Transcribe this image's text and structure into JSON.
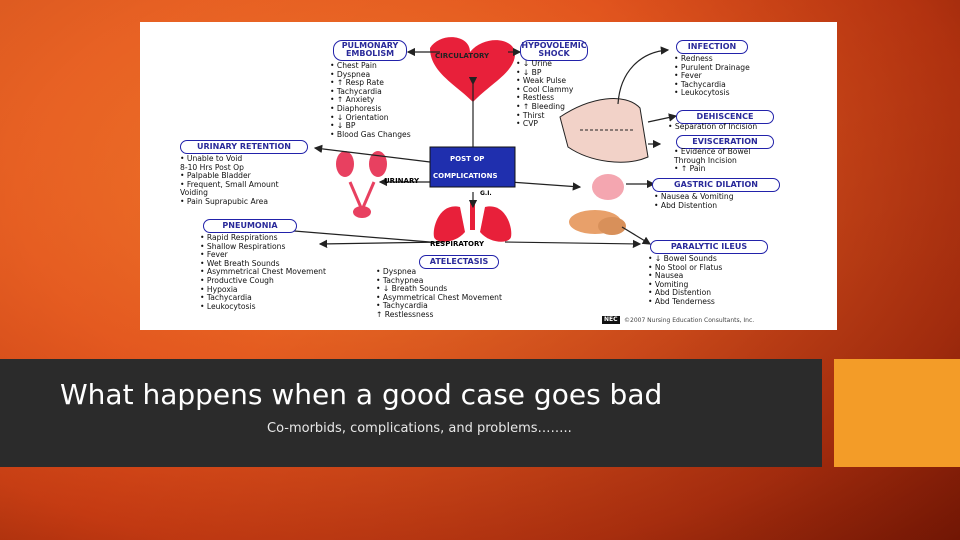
{
  "slide": {
    "title": "What happens when a good case goes bad",
    "subtitle": "Co-morbids, complications, and problems……..",
    "colors": {
      "background": "#e2551e",
      "title_bar": "#2b2b2b",
      "accent": "#f39c28",
      "box_border": "#2222aa",
      "heart": "#e8203a",
      "lungs": "#e8203a"
    }
  },
  "diagram": {
    "center_label_1": "POST OP",
    "center_label_2": "COMPLICATIONS",
    "circulatory_label": "CIRCULATORY",
    "urinary_label": "URINARY",
    "respiratory_label": "RESPIRATORY",
    "gi_label": "G.I.",
    "copyright": "©2007 Nursing Education Consultants, Inc.",
    "logo_text": "NEC",
    "pulmonary_embolism": {
      "title_1": "PULMONARY",
      "title_2": "EMBOLISM",
      "items": [
        "• Chest Pain",
        "• Dyspnea",
        "• ↑ Resp Rate",
        "• Tachycardia",
        "• ↑ Anxiety",
        "• Diaphoresis",
        "• ↓ Orientation",
        "• ↓ BP",
        "• Blood Gas Changes"
      ]
    },
    "hypovolemic_shock": {
      "title_1": "HYPOVOLEMIC",
      "title_2": "SHOCK",
      "items": [
        "• ↓ Urine",
        "• ↓ BP",
        "• Weak Pulse",
        "• Cool Clammy",
        "• Restless",
        "• ↑ Bleeding",
        "• Thirst",
        "• CVP"
      ]
    },
    "infection": {
      "title": "INFECTION",
      "items": [
        "• Redness",
        "• Purulent Drainage",
        "• Fever",
        "• Tachycardia",
        "• Leukocytosis"
      ]
    },
    "dehiscence": {
      "title": "DEHISCENCE",
      "items": [
        "• Separation of Incision"
      ]
    },
    "evisceration": {
      "title": "EVISCERATION",
      "items": [
        "• Evidence of Bowel",
        "  Through Incision",
        "• ↑ Pain"
      ]
    },
    "urinary_retention": {
      "title": "URINARY RETENTION",
      "items": [
        "• Unable to Void",
        "  8-10 Hrs Post Op",
        "• Palpable Bladder",
        "• Frequent, Small Amount",
        "  Voiding",
        "• Pain Suprapubic Area"
      ]
    },
    "gastric_dilation": {
      "title": "GASTRIC DILATION",
      "items": [
        "• Nausea & Vomiting",
        "• Abd Distention"
      ]
    },
    "pneumonia": {
      "title": "PNEUMONIA",
      "items": [
        "• Rapid Respirations",
        "• Shallow Respirations",
        "• Fever",
        "• Wet Breath Sounds",
        "• Asymmetrical Chest Movement",
        "• Productive Cough",
        "• Hypoxia",
        "• Tachycardia",
        "• Leukocytosis"
      ]
    },
    "atelectasis": {
      "title": "ATELECTASIS",
      "items": [
        "• Dyspnea",
        "• Tachypnea",
        "• ↓ Breath Sounds",
        "• Asymmetrical Chest Movement",
        "• Tachycardia",
        "↑ Restlessness"
      ]
    },
    "paralytic_ileus": {
      "title": "PARALYTIC ILEUS",
      "items": [
        "• ↓ Bowel Sounds",
        "• No Stool or Flatus",
        "• Nausea",
        "• Vomiting",
        "• Abd Distention",
        "• Abd Tenderness"
      ]
    }
  }
}
